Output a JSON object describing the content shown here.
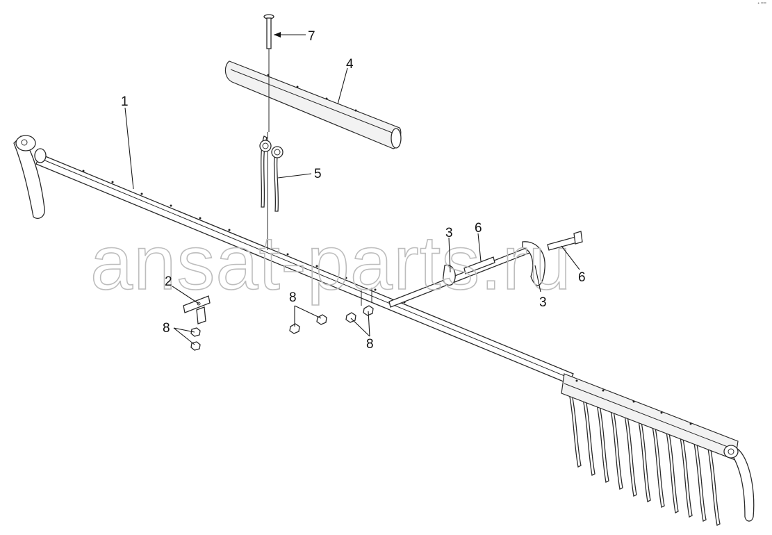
{
  "watermark": "ansat-parts.ru",
  "corner_mark": "• ==",
  "callouts": {
    "c1": "1",
    "c2": "2",
    "c3a": "3",
    "c3b": "3",
    "c4": "4",
    "c5": "5",
    "c6a": "6",
    "c6b": "6",
    "c7": "7",
    "c8a": "8",
    "c8b": "8",
    "c8c": "8"
  }
}
